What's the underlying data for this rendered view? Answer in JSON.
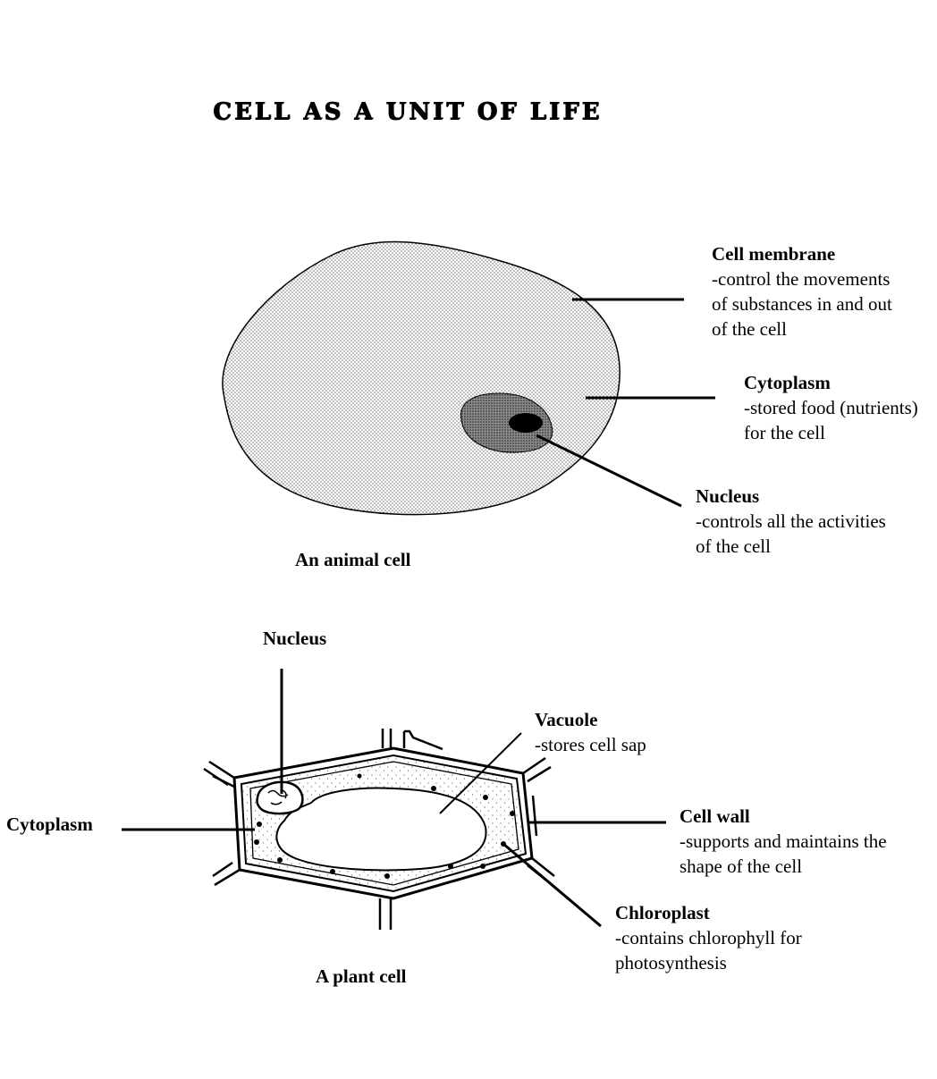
{
  "title": "CELL AS A UNIT OF LIFE",
  "animal_cell": {
    "caption": "An animal cell",
    "labels": {
      "cell_membrane": {
        "name": "Cell membrane",
        "desc": "-control the movements\nof substances in and out\nof the cell"
      },
      "cytoplasm": {
        "name": "Cytoplasm",
        "desc": "-stored food (nutrients)\nfor the cell"
      },
      "nucleus": {
        "name": "Nucleus",
        "desc": "-controls all the activities\nof the cell"
      }
    }
  },
  "plant_cell": {
    "caption": "A plant cell",
    "labels": {
      "nucleus": {
        "name": "Nucleus"
      },
      "cytoplasm": {
        "name": "Cytoplasm"
      },
      "vacuole": {
        "name": "Vacuole",
        "desc": "-stores cell sap"
      },
      "cell_wall": {
        "name": "Cell wall",
        "desc": "-supports and maintains the\nshape of the cell"
      },
      "chloroplast": {
        "name": "Chloroplast",
        "desc": "-contains chlorophyll for\nphotosynthesis"
      }
    }
  }
}
